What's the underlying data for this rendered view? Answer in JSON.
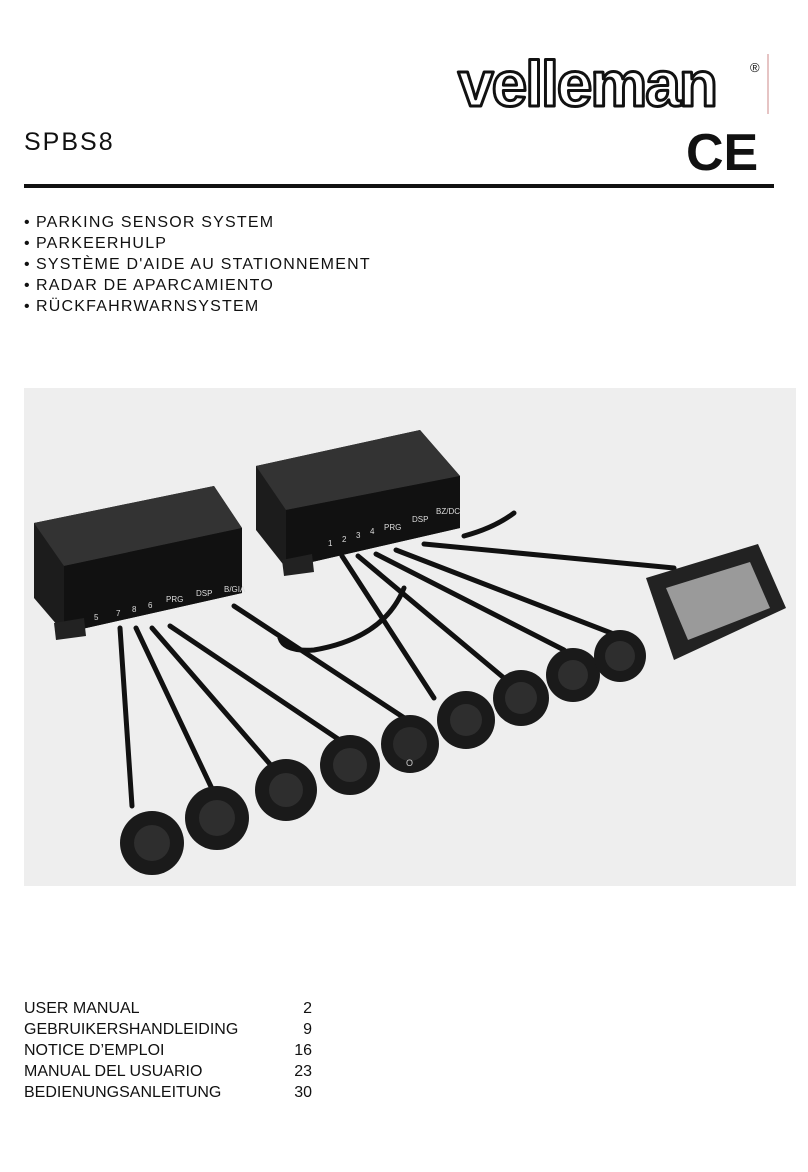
{
  "brand": {
    "name": "velleman",
    "registered": "®",
    "certification_mark": "CE"
  },
  "model": "SPBS8",
  "product_names": [
    "PARKING SENSOR SYSTEM",
    "PARKEERHULP",
    "SYSTÈME D'AIDE AU STATIONNEMENT",
    "RADAR DE APARCAMIENTO",
    "RÜCKFAHRWARNSYSTEM"
  ],
  "photo": {
    "main_unit_left_labels": [
      "5",
      "7",
      "8",
      "6",
      "PRG",
      "DSP",
      "B/GIA"
    ],
    "main_unit_right_labels": [
      "1",
      "2",
      "3",
      "4",
      "PRG",
      "DSP",
      "BZ/DC"
    ],
    "switch_label": "O"
  },
  "contents": [
    {
      "title": "USER MANUAL",
      "page": "2"
    },
    {
      "title": "GEBRUIKERSHANDLEIDING",
      "page": "9"
    },
    {
      "title": "NOTICE D’EMPLOI",
      "page": "16"
    },
    {
      "title": "MANUAL DEL USUARIO",
      "page": "23"
    },
    {
      "title": "BEDIENUNGSANLEITUNG",
      "page": "30"
    }
  ],
  "colors": {
    "ink": "#111111",
    "photo_background": "#eeeeee"
  }
}
